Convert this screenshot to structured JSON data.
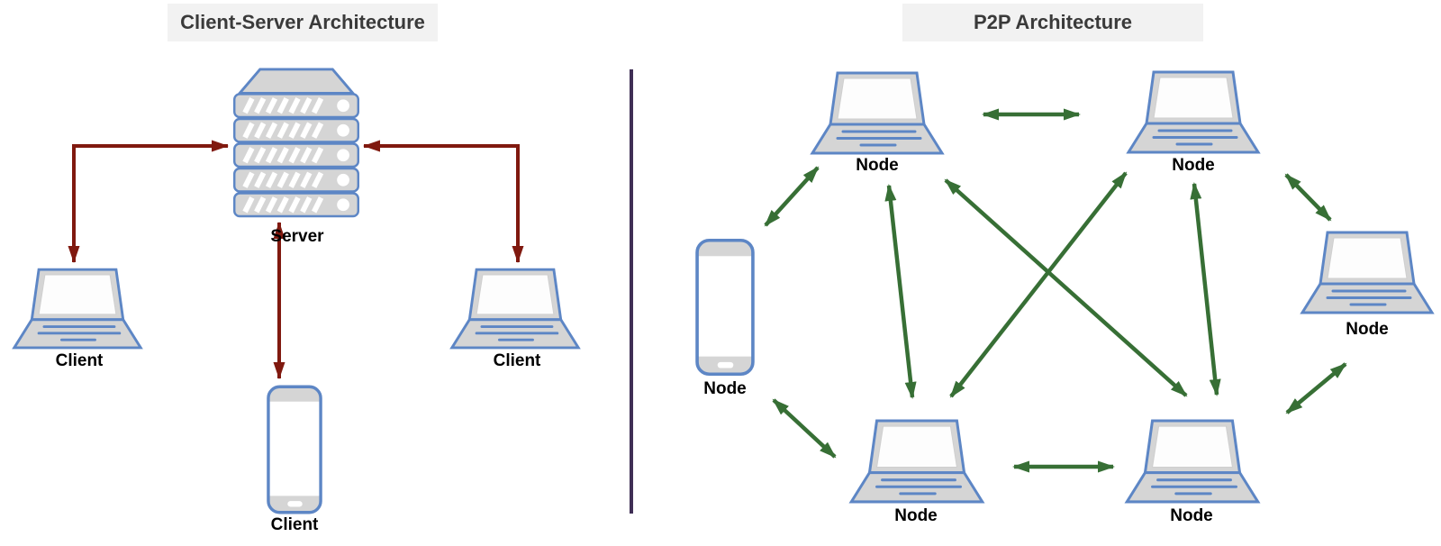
{
  "colors": {
    "device_outline": "#5d86c5",
    "device_fill": "#d5d5d5",
    "screen_fill": "#fdfdfd",
    "red_arrow": "#80190f",
    "green_arrow": "#376f35",
    "divider": "#3f2e55",
    "title_bg": "#f2f2f2",
    "title_text": "#3a3a3a",
    "label_text": "#000000"
  },
  "left_panel": {
    "title": "Client-Server Architecture",
    "server": {
      "id": "server",
      "label": "Server",
      "icon": "server-icon"
    },
    "clients": [
      {
        "id": "client-left-laptop",
        "label": "Client",
        "icon": "laptop-icon"
      },
      {
        "id": "client-right-laptop",
        "label": "Client",
        "icon": "laptop-icon"
      },
      {
        "id": "client-phone",
        "label": "Client",
        "icon": "smartphone-icon"
      }
    ],
    "connections": [
      {
        "from": "client-left-laptop",
        "to": "server",
        "shape": "elbow",
        "direction": "bidirectional",
        "color": "#80190f"
      },
      {
        "from": "client-right-laptop",
        "to": "server",
        "shape": "elbow",
        "direction": "bidirectional",
        "color": "#80190f"
      },
      {
        "from": "client-phone",
        "to": "server",
        "shape": "straight",
        "direction": "bidirectional",
        "color": "#80190f"
      }
    ]
  },
  "right_panel": {
    "title": "P2P Architecture",
    "nodes": [
      {
        "id": "node-top-left",
        "label": "Node",
        "icon": "laptop-icon"
      },
      {
        "id": "node-top-right",
        "label": "Node",
        "icon": "laptop-icon"
      },
      {
        "id": "node-right",
        "label": "Node",
        "icon": "laptop-icon"
      },
      {
        "id": "node-phone",
        "label": "Node",
        "icon": "smartphone-icon"
      },
      {
        "id": "node-bottom-left",
        "label": "Node",
        "icon": "laptop-icon"
      },
      {
        "id": "node-bottom-right",
        "label": "Node",
        "icon": "laptop-icon"
      }
    ],
    "connections": [
      {
        "from": "node-top-left",
        "to": "node-top-right",
        "direction": "bidirectional",
        "color": "#376f35"
      },
      {
        "from": "node-phone",
        "to": "node-top-left",
        "direction": "bidirectional",
        "color": "#376f35"
      },
      {
        "from": "node-top-left",
        "to": "node-bottom-left",
        "direction": "bidirectional",
        "color": "#376f35"
      },
      {
        "from": "node-top-left",
        "to": "node-bottom-right",
        "direction": "bidirectional",
        "color": "#376f35"
      },
      {
        "from": "node-bottom-left",
        "to": "node-top-right",
        "direction": "bidirectional",
        "color": "#376f35"
      },
      {
        "from": "node-top-right",
        "to": "node-bottom-right",
        "direction": "bidirectional",
        "color": "#376f35"
      },
      {
        "from": "node-top-right",
        "to": "node-right",
        "direction": "bidirectional",
        "color": "#376f35"
      },
      {
        "from": "node-right",
        "to": "node-bottom-right",
        "direction": "bidirectional",
        "color": "#376f35"
      },
      {
        "from": "node-phone",
        "to": "node-bottom-left",
        "direction": "bidirectional",
        "color": "#376f35"
      },
      {
        "from": "node-bottom-left",
        "to": "node-bottom-right",
        "direction": "bidirectional",
        "color": "#376f35"
      }
    ]
  }
}
